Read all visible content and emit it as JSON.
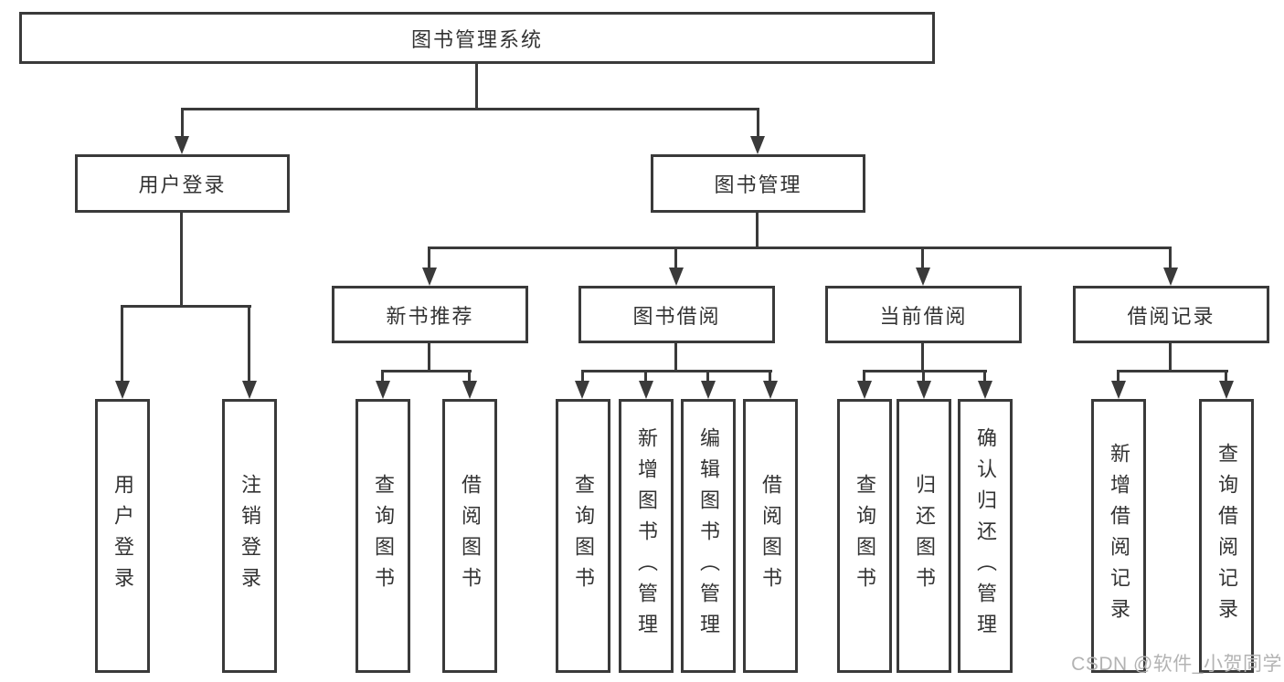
{
  "diagram": {
    "root": {
      "label": "图书管理系统"
    },
    "l2": [
      {
        "label": "用户登录",
        "leaves": [
          "用户登录",
          "注销登录"
        ]
      },
      {
        "label": "图书管理"
      }
    ],
    "l3": [
      {
        "label": "新书推荐",
        "leaves": [
          "查询图书",
          "借阅图书"
        ]
      },
      {
        "label": "图书借阅",
        "leaves": [
          "查询图书",
          "新增图书（管理员）",
          "编辑图书（管理员）",
          "借阅图书"
        ]
      },
      {
        "label": "当前借阅",
        "leaves": [
          "查询图书",
          "归还图书",
          "确认归还（管理员）"
        ]
      },
      {
        "label": "借阅记录",
        "leaves": [
          "新增借阅记录",
          "查询借阅记录"
        ]
      }
    ]
  },
  "watermark": {
    "text": "CSDN @软件_小贺同学"
  },
  "colors": {
    "line": "#3a3a3a",
    "box_border": "#3a3a3a",
    "box_fill": "#ffffff",
    "text": "#333333",
    "watermark": "#b3b3b3",
    "background": "#ffffff"
  }
}
